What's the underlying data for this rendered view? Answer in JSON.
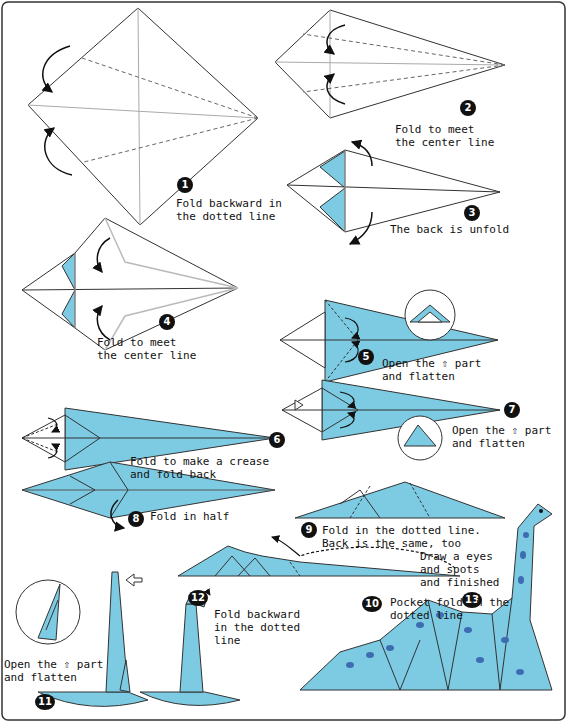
{
  "diagram": {
    "nodes": [
      {
        "text": [
          "1"
        ]
      },
      {
        "text": [
          "2"
        ]
      },
      {
        "text": [
          "3"
        ]
      },
      {
        "text": [
          "4"
        ]
      },
      {
        "text": [
          "5"
        ]
      },
      {
        "text": [
          "6"
        ]
      },
      {
        "text": [
          "7"
        ]
      },
      {
        "text": [
          "8"
        ]
      },
      {
        "text": [
          "9"
        ]
      },
      {
        "text": [
          "10"
        ]
      },
      {
        "text": [
          "11"
        ]
      },
      {
        "text": [
          "12"
        ]
      },
      {
        "text": [
          "13"
        ]
      }
    ],
    "labels": [
      "Fold backward in the dotted line",
      "Fold to meet the center line",
      "The back is unfold",
      "Fold to meet the center line",
      "Open the ⇧ part and flatten",
      "Fold to make a crease and fold back",
      "Open the ⇧ part and flatten",
      "Fold in half",
      "Fold in the dotted line. Back is the same, too",
      "Pocket fold in the dotted line",
      "Open the ⇧ part and flatten",
      "Fold backward in the dotted line",
      "Draw a eyes and spots and finished"
    ]
  }
}
